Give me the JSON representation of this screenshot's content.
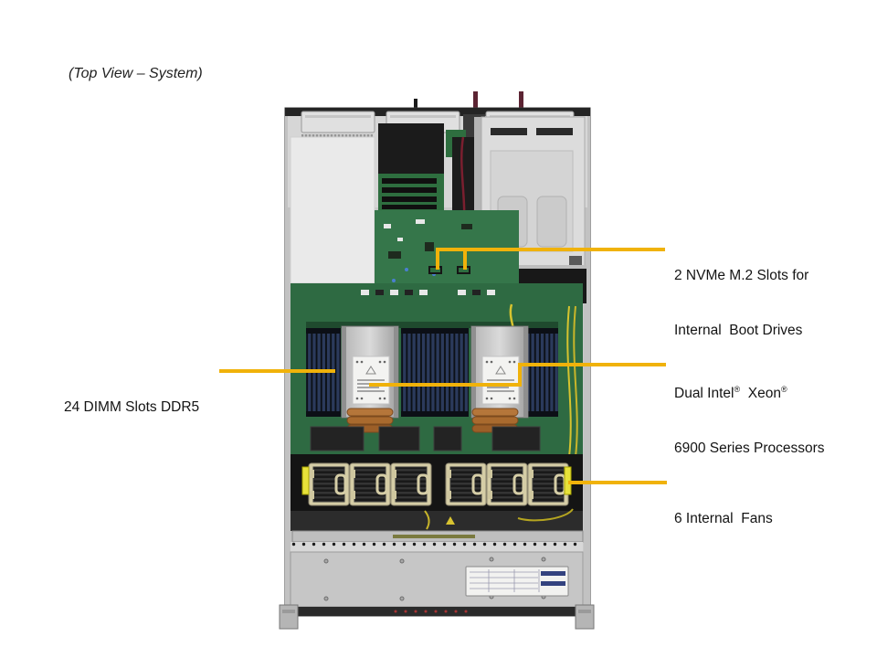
{
  "title": "(Top View – System)",
  "colors": {
    "accent_callout": "#F0B20A",
    "pcb_green": "#2E6A42",
    "chassis_gray": "#C9C9C9",
    "dimm_navy": "#2B3A5C",
    "fan_frame_tan": "#D5CDA6"
  },
  "callouts": {
    "nvme": {
      "line1": "2 NVMe M.2 Slots for",
      "line2": "Internal  Boot Drives"
    },
    "cpu": {
      "l1a": "Dual Intel",
      "reg": "®",
      "l1b": "  Xeon",
      "line2": "6900 Series Processors"
    },
    "dimm": {
      "label": "24 DIMM Slots DDR5"
    },
    "fans": {
      "label": "6 Internal  Fans"
    }
  }
}
